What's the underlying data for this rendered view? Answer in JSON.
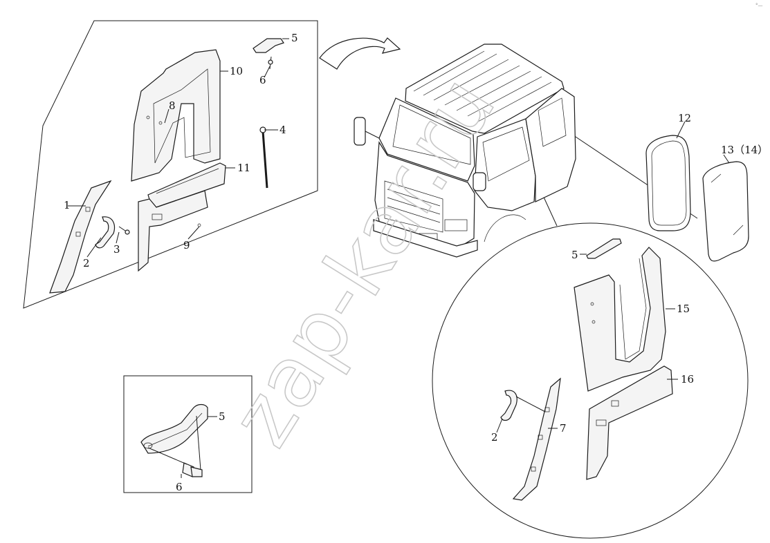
{
  "watermark": "zap-kar.ru",
  "corner_mark": "°—",
  "labels": {
    "l1": "1",
    "l2a": "2",
    "l3": "3",
    "l4": "4",
    "l5a": "5",
    "l6a": "6",
    "l8": "8",
    "l9": "9",
    "l10": "10",
    "l11": "11",
    "l12": "12",
    "l13": "13（14）",
    "l5b": "5",
    "l15": "15",
    "l16": "16",
    "l2b": "2",
    "l7": "7",
    "l5c": "5",
    "l6c": "6"
  },
  "colors": {
    "line": "#1a1a1a",
    "watermark": "#c8c8c8",
    "background": "#ffffff"
  }
}
